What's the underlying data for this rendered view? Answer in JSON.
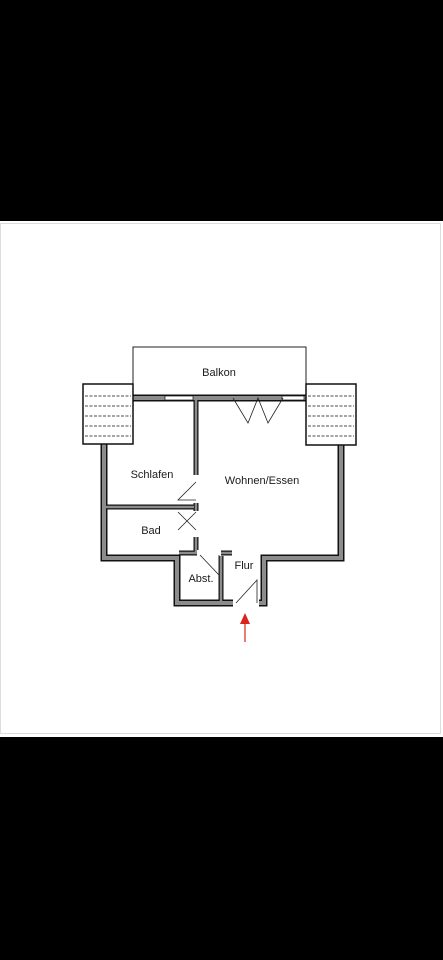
{
  "floorplan": {
    "rooms": {
      "balkon": "Balkon",
      "schlafen": "Schlafen",
      "wohnen": "Wohnen/Essen",
      "bad": "Bad",
      "abst": "Abst.",
      "flur": "Flur"
    },
    "colors": {
      "wall": "#8c8c8c",
      "wall_outline": "#111111",
      "entrance_arrow": "#d9251d",
      "background": "#ffffff"
    }
  }
}
